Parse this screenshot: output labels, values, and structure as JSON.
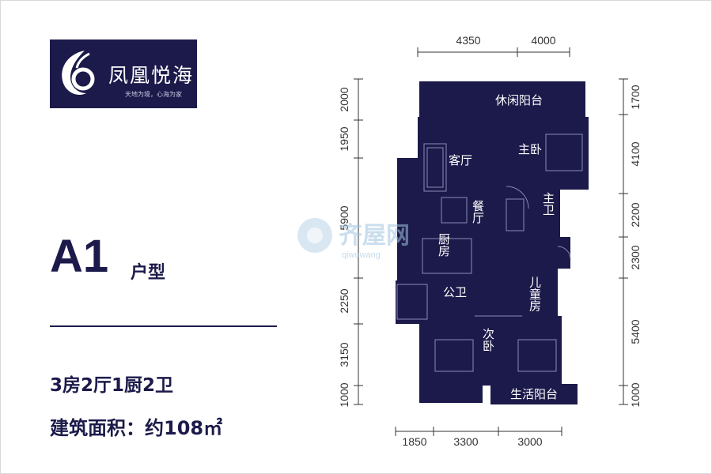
{
  "brand": {
    "name": "凤凰悦海",
    "tagline": "天地为境，心海为家"
  },
  "unit": {
    "code": "A1",
    "suffix": "户型",
    "layout": "3房2厅1厨2卫",
    "area_label": "建筑面积：约108㎡"
  },
  "rooms": {
    "leisure_balcony": "休闲阳台",
    "living_room": "客厅",
    "master_bedroom": "主卧",
    "dining_room": "餐厅",
    "master_bath": "主卫",
    "kitchen": "厨房",
    "public_bath": "公卫",
    "kids_room": "儿童房",
    "second_bedroom": "次卧",
    "service_balcony": "生活阳台"
  },
  "dimensions": {
    "top": [
      "4350",
      "4000"
    ],
    "bottom": [
      "1850",
      "3300",
      "3000"
    ],
    "left": [
      "2000",
      "1950",
      "5900",
      "2250",
      "3150",
      "1000"
    ],
    "right": [
      "1700",
      "4100",
      "2200",
      "2300",
      "5400",
      "1000"
    ]
  },
  "watermark": {
    "text": "齐屋网",
    "url": "qiwuwang"
  },
  "colors": {
    "navy": "#1c1a4a",
    "plan_fill": "#1c1a4a",
    "room_text": "#ffffff",
    "watermark": "#9fc4e0"
  }
}
